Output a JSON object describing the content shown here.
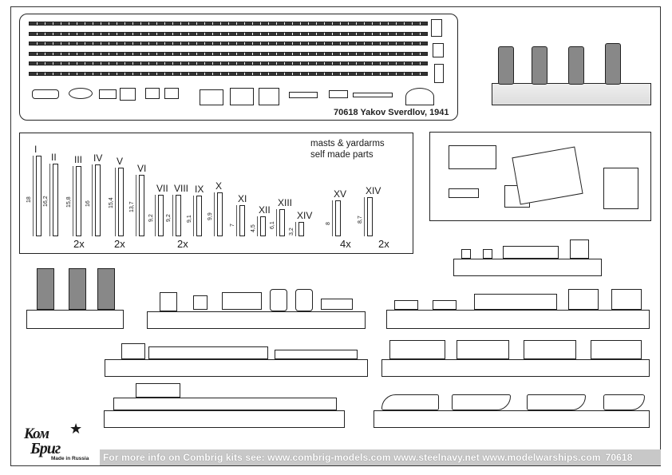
{
  "pe_sheet": {
    "label": "70618 Yakov Sverdlov, 1941"
  },
  "masts": {
    "title_line1": "masts & yardarms",
    "title_line2": "self made parts",
    "items": [
      {
        "numeral": "I",
        "length": "18"
      },
      {
        "numeral": "II",
        "length": "16,2"
      },
      {
        "numeral": "III",
        "length": "15,8"
      },
      {
        "numeral": "IV",
        "length": "16"
      },
      {
        "numeral": "V",
        "length": "15,4"
      },
      {
        "numeral": "VI",
        "length": "13,7"
      },
      {
        "numeral": "VII",
        "length": "9,2"
      },
      {
        "numeral": "VIII",
        "length": "9,2"
      },
      {
        "numeral": "IX",
        "length": "9,1"
      },
      {
        "numeral": "X",
        "length": "9,9"
      },
      {
        "numeral": "XI",
        "length": "7"
      },
      {
        "numeral": "XII",
        "length": "4,5"
      },
      {
        "numeral": "XIII",
        "length": "6,1"
      },
      {
        "numeral": "XIV",
        "length": "3,2"
      },
      {
        "numeral": "XV",
        "length": "8"
      },
      {
        "numeral": "XIV",
        "length": "8,7"
      }
    ],
    "quantities": [
      "2x",
      "2x",
      "2x",
      "4x",
      "2x"
    ]
  },
  "footer": {
    "text": "For more info on Combrig kits see: www.combrig-models.com www.steelnavy.net  www.modelwarships.com",
    "code": "70618"
  },
  "logo": {
    "line1": "Ком",
    "line2": "Бриг",
    "line3": "Made in Russia",
    "star_icon": "star-icon"
  }
}
